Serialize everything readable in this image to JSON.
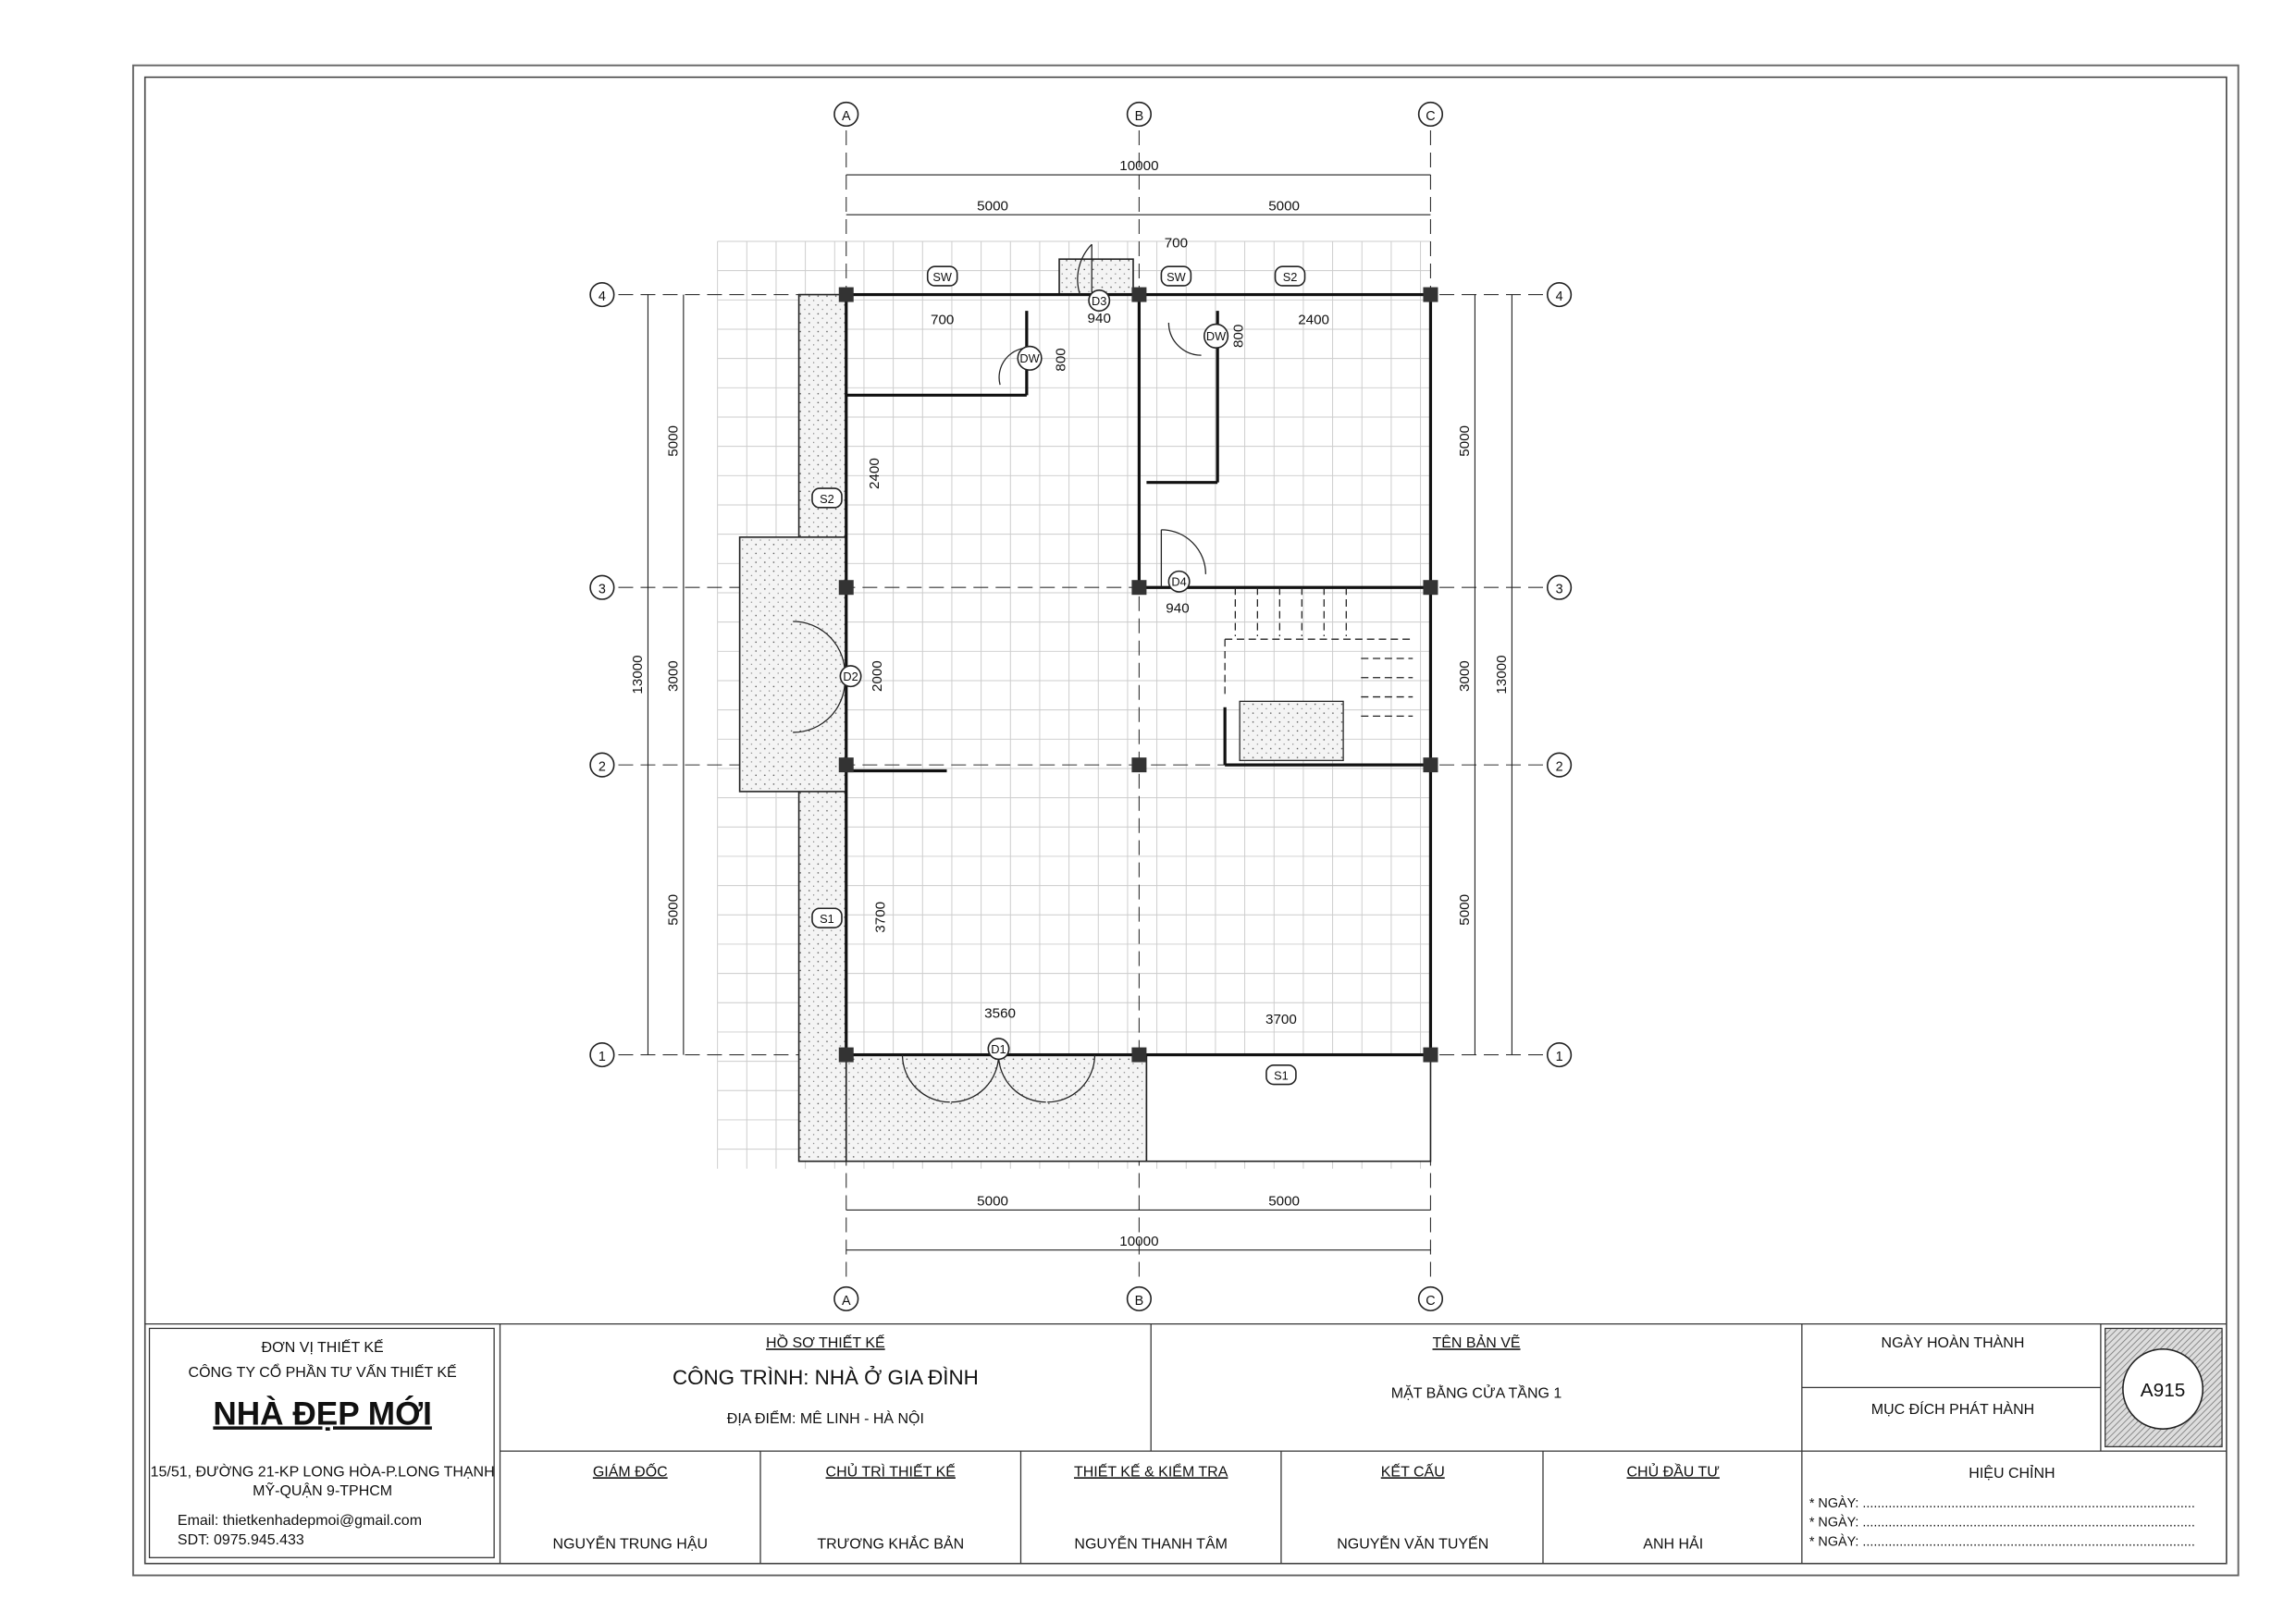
{
  "grid_axes": {
    "columns": [
      "A",
      "B",
      "C"
    ],
    "rows": [
      "4",
      "3",
      "2",
      "1"
    ]
  },
  "dimensions": {
    "top_total": "10000",
    "top_a_b": "5000",
    "top_b_c": "5000",
    "bottom_total": "10000",
    "bottom_a_b": "5000",
    "bottom_b_c": "5000",
    "left_total": "13000",
    "left_4_3": "5000",
    "left_3_2": "3000",
    "left_2_1": "5000",
    "right_total": "13000",
    "right_4_3": "5000",
    "right_3_2": "3000",
    "right_2_1": "5000",
    "sw_left_700": "700",
    "sw_right_700": "700",
    "d3_940": "940",
    "dw_left_800": "800",
    "dw_right_800": "800",
    "s2_top_2400": "2400",
    "s2_left_2400": "2400",
    "d4_940": "940",
    "d2_2000": "2000",
    "s1_left_3700": "3700",
    "d1_3560": "3560",
    "s1_bottom_3700": "3700"
  },
  "tags": {
    "sw_left": "SW",
    "sw_right": "SW",
    "s2_top": "S2",
    "s2_left": "S2",
    "s1_left": "S1",
    "s1_bottom": "S1",
    "d1": "D1",
    "d2": "D2",
    "d3": "D3",
    "d4": "D4",
    "dw_left": "DW",
    "dw_right": "DW"
  },
  "title_block": {
    "company": {
      "heading": "ĐƠN VỊ THIẾT KẾ",
      "name": "CÔNG TY CỔ PHẦN TƯ VẤN THIẾT KẾ",
      "brand": "NHÀ ĐẸP MỚI",
      "address_1": "15/51, ĐƯỜNG 21-KP LONG HÒA-P.LONG THẠNH",
      "address_2": "MỸ-QUẬN 9-TPHCM",
      "email": "Email: thietkenhadepmoi@gmail.com",
      "phone": "SDT: 0975.945.433"
    },
    "project": {
      "heading": "HỒ SƠ THIẾT KẾ",
      "title": "CÔNG TRÌNH: NHÀ Ở GIA ĐÌNH",
      "location": "ĐỊA ĐIỂM: MÊ LINH -  HÀ NỘI"
    },
    "drawing": {
      "heading": "TÊN BẢN VẼ",
      "name": "MẶT BẰNG CỬA TẦNG 1"
    },
    "completion_date_label": "NGÀY HOÀN THÀNH",
    "issue_purpose_label": "MỤC ĐÍCH PHÁT HÀNH",
    "sheet_number": "A915",
    "roles": [
      {
        "title": "GIÁM ĐỐC",
        "name": "NGUYỄN TRUNG HẬU"
      },
      {
        "title": "CHỦ TRÌ THIẾT KẾ",
        "name": "TRƯƠNG KHẮC BẢN"
      },
      {
        "title": "THIẾT KẾ & KIỂM TRA",
        "name": "NGUYỄN THANH TÂM"
      },
      {
        "title": "KẾT CẤU",
        "name": "NGUYỄN VĂN TUYẾN"
      },
      {
        "title": "CHỦ ĐẦU TƯ",
        "name": "ANH HẢI"
      }
    ],
    "revision": {
      "heading": "HIỆU CHỈNH",
      "lines": [
        "* NGÀY: ..........................................................................................",
        "* NGÀY: ..........................................................................................",
        "* NGÀY: .........................................................................................."
      ]
    }
  }
}
